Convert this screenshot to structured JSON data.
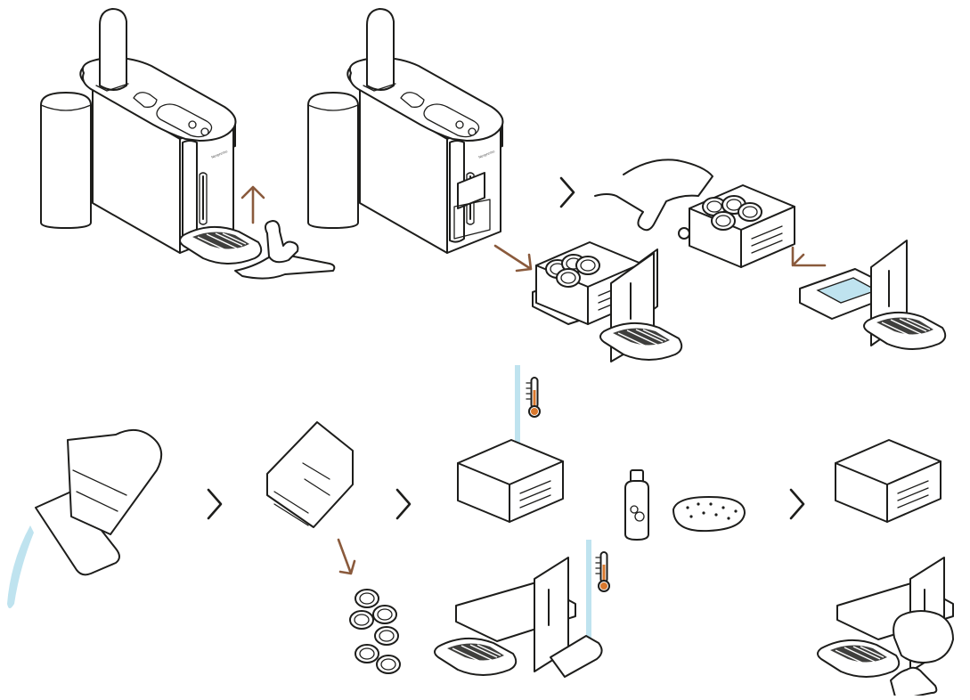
{
  "diagram": {
    "brand_mark": "Nespresso",
    "colors": {
      "accent": "#8a5a3c",
      "water": "#bfe3ef",
      "thermometer": "#d9782d",
      "line": "#1d1d1b"
    },
    "steps": [
      {
        "id": "lift-lever",
        "icon": "up-arrow-icon"
      },
      {
        "id": "remove-drip-tray",
        "icon": "diagonal-arrow-icon"
      },
      {
        "id": "remove-capsule-container",
        "icon": "left-arrow-icon"
      },
      {
        "id": "empty-drip-tray",
        "icon": "water-pour"
      },
      {
        "id": "empty-capsules",
        "icon": "down-arrow-icon"
      },
      {
        "id": "rinse-warm-water",
        "icon": "thermometer-icon"
      },
      {
        "id": "wash-with-detergent-sponge",
        "icon": "sponge-icon"
      },
      {
        "id": "dry-with-cloth",
        "icon": "cloth-icon"
      }
    ]
  }
}
